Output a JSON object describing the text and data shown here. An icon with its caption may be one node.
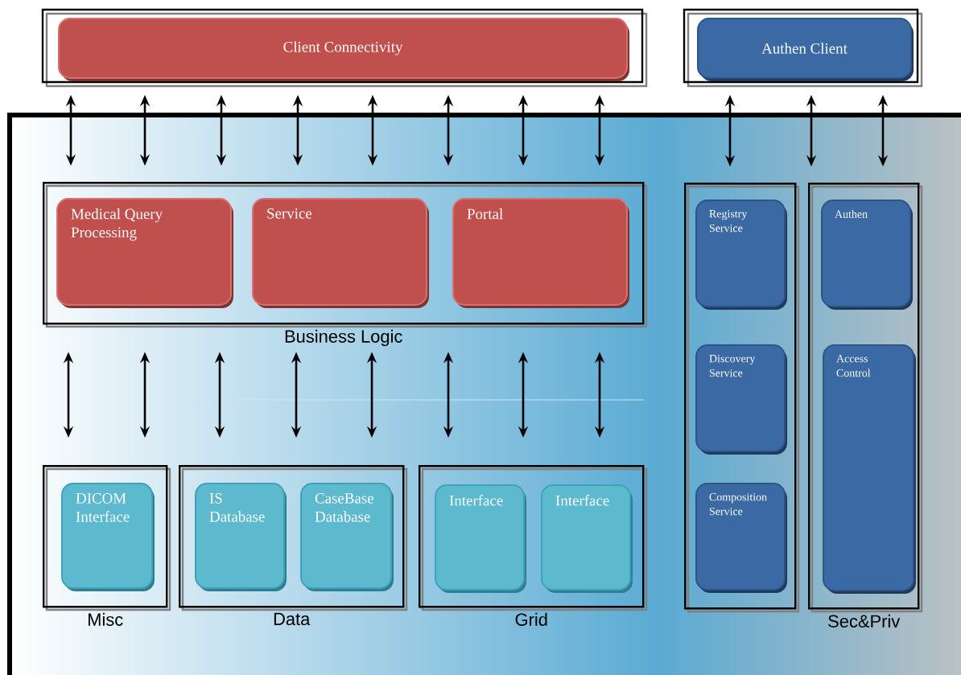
{
  "diagram": {
    "nodes": [
      {
        "text": [
          "Client Connectivity"
        ]
      },
      {
        "text": [
          "Authen Client"
        ]
      },
      {
        "text": [
          "Business Logic"
        ]
      },
      {
        "text": [
          "Medical Query Processing"
        ],
        "in": 2
      },
      {
        "text": [
          "Service"
        ],
        "in": 2
      },
      {
        "text": [
          "Portal"
        ],
        "in": 2
      },
      {
        "text": [],
        "shape": "box"
      },
      {
        "text": [
          "Registry Service"
        ],
        "in": 6
      },
      {
        "text": [
          "Discovery Service"
        ],
        "in": 6
      },
      {
        "text": [
          "Composition Service"
        ],
        "in": 6
      },
      {
        "text": [
          "Sec&Priv"
        ]
      },
      {
        "text": [
          "Authen"
        ],
        "in": 10
      },
      {
        "text": [
          "Access Control"
        ],
        "in": 10
      },
      {
        "text": [
          "Misc"
        ]
      },
      {
        "text": [
          "DICOM Interface"
        ],
        "in": 13
      },
      {
        "text": [
          "Data"
        ]
      },
      {
        "text": [
          "IS Database"
        ],
        "in": 15
      },
      {
        "text": [
          "CaseBase Database"
        ],
        "in": 15
      },
      {
        "text": [
          "Grid"
        ]
      },
      {
        "text": [
          "Interface"
        ],
        "in": 18
      },
      {
        "text": [
          "Interface"
        ],
        "in": 18
      }
    ],
    "edges": [
      {
        "from": 0,
        "to": 2,
        "arrow": "both"
      },
      {
        "from": 0,
        "to": 2,
        "arrow": "both"
      },
      {
        "from": 0,
        "to": 2,
        "arrow": "both"
      },
      {
        "from": 0,
        "to": 2,
        "arrow": "both"
      },
      {
        "from": 0,
        "to": 2,
        "arrow": "both"
      },
      {
        "from": 0,
        "to": 2,
        "arrow": "both"
      },
      {
        "from": 0,
        "to": 2,
        "arrow": "both"
      },
      {
        "from": 0,
        "to": 2,
        "arrow": "both"
      },
      {
        "from": 1,
        "to": 6,
        "arrow": "both"
      },
      {
        "from": 1,
        "to": 10,
        "arrow": "both"
      },
      {
        "from": 1,
        "to": 10,
        "arrow": "both"
      },
      {
        "from": 2,
        "to": 13,
        "arrow": "both"
      },
      {
        "from": 2,
        "to": 13,
        "arrow": "both"
      },
      {
        "from": 2,
        "to": 15,
        "arrow": "both"
      },
      {
        "from": 2,
        "to": 15,
        "arrow": "both"
      },
      {
        "from": 2,
        "to": 15,
        "arrow": "both"
      },
      {
        "from": 2,
        "to": 18,
        "arrow": "both"
      },
      {
        "from": 2,
        "to": 18,
        "arrow": "both"
      },
      {
        "from": 2,
        "to": 18,
        "arrow": "both"
      }
    ]
  }
}
